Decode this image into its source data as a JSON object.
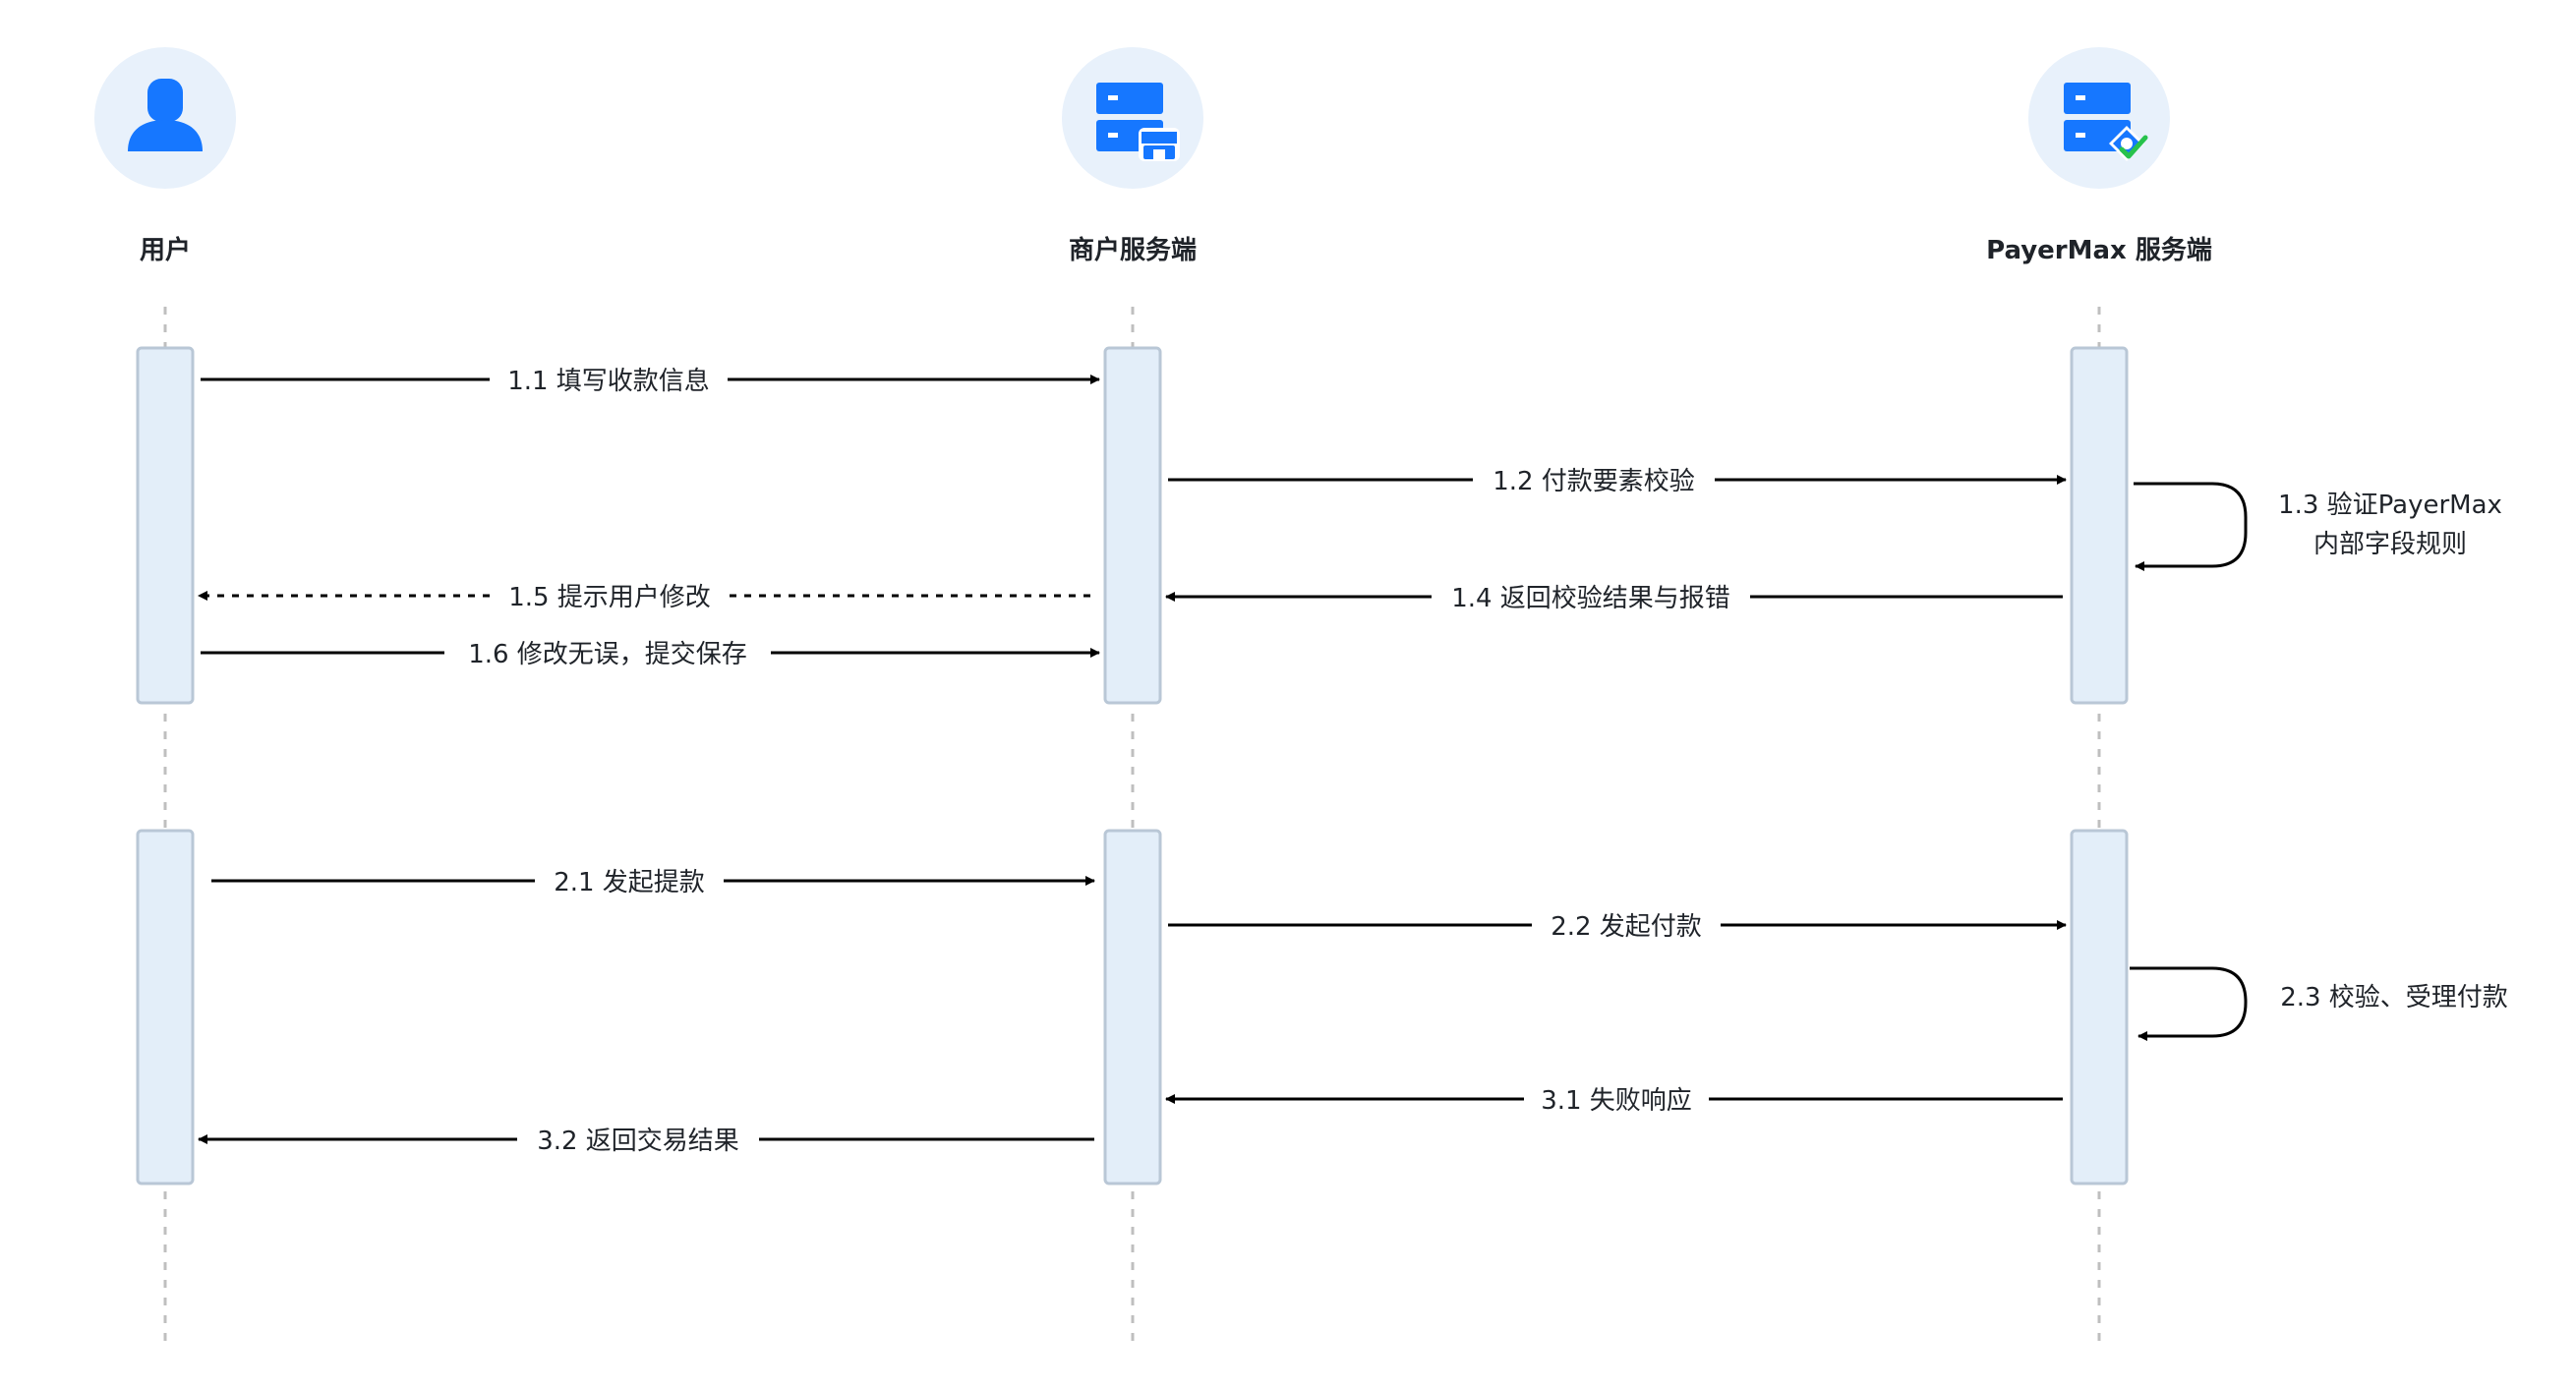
{
  "actors": [
    {
      "id": "user",
      "label": "用户",
      "icon": "user-icon"
    },
    {
      "id": "merchant",
      "label": "商户服务端",
      "icon": "merchant-server-icon"
    },
    {
      "id": "payermax",
      "label": "PayerMax 服务端",
      "icon": "payermax-server-icon"
    }
  ],
  "messages": [
    {
      "id": "m1_1",
      "label": "1.1 填写收款信息"
    },
    {
      "id": "m1_2",
      "label": "1.2 付款要素校验"
    },
    {
      "id": "m1_3",
      "label_lines": [
        "1.3 验证PayerMax",
        "内部字段规则"
      ]
    },
    {
      "id": "m1_4",
      "label": "1.4 返回校验结果与报错"
    },
    {
      "id": "m1_5",
      "label": "1.5 提示用户修改"
    },
    {
      "id": "m1_6",
      "label": "1.6 修改无误，提交保存"
    },
    {
      "id": "m2_1",
      "label": "2.1 发起提款"
    },
    {
      "id": "m2_2",
      "label": "2.2 发起付款"
    },
    {
      "id": "m2_3",
      "label": "2.3 校验、受理付款"
    },
    {
      "id": "m3_1",
      "label": "3.1 失败响应"
    },
    {
      "id": "m3_2",
      "label": "3.2 返回交易结果"
    }
  ],
  "colors": {
    "icon_blue": "#1677ff",
    "icon_circle": "#e8f1fb",
    "activation_fill": "#e3eef9",
    "activation_stroke": "#b9c7d6",
    "lifeline": "#bfbfbf",
    "arrow": "#000000",
    "check_green": "#27c24c"
  }
}
